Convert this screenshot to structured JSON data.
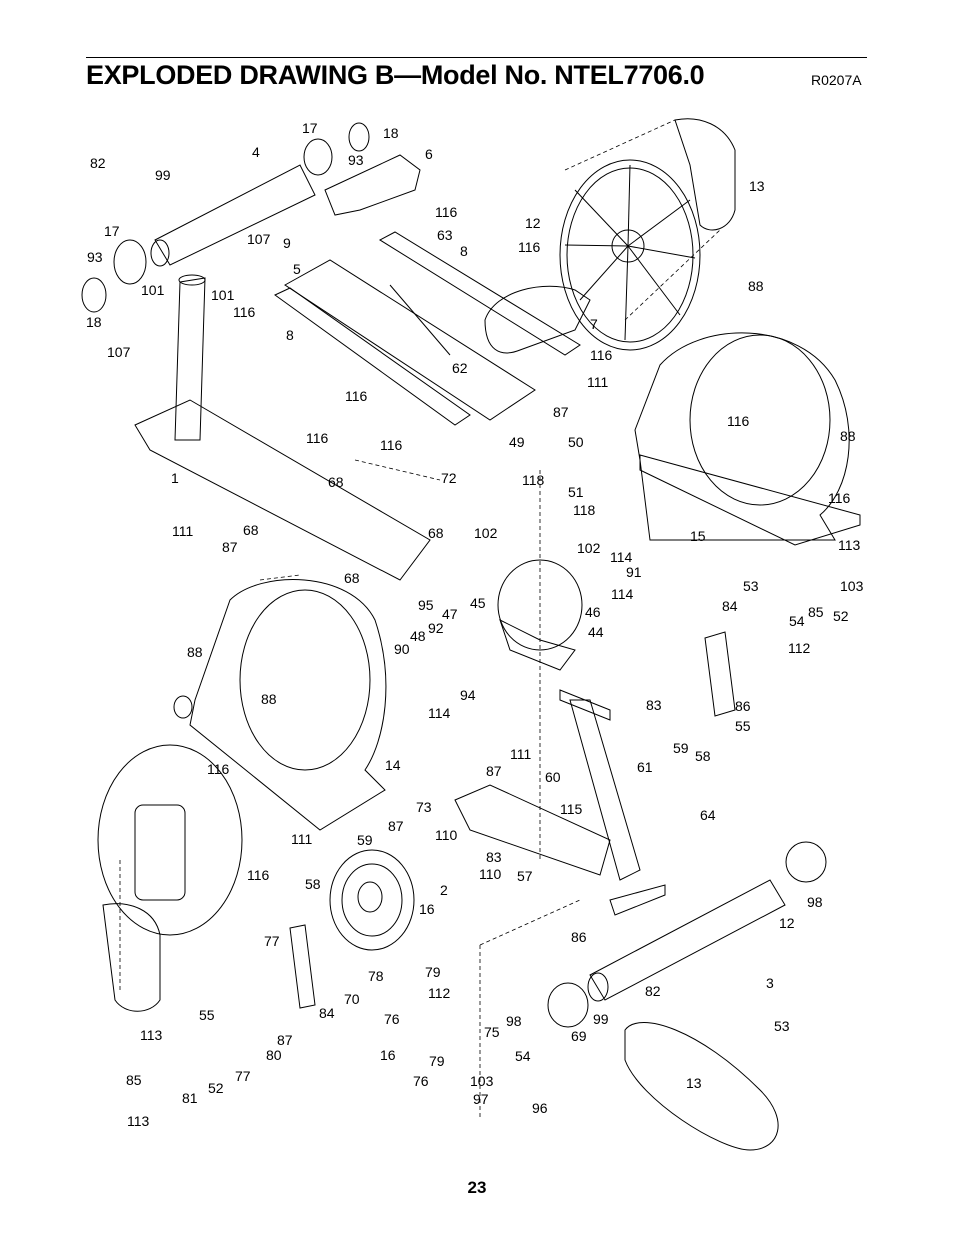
{
  "header": {
    "title": "EXPLODED DRAWING B—Model No. NTEL7706.0",
    "drawing_code": "R0207A"
  },
  "footer": {
    "page_number": "23"
  },
  "callouts": [
    "82",
    "99",
    "4",
    "17",
    "18",
    "93",
    "6",
    "17",
    "93",
    "107",
    "9",
    "116",
    "63",
    "8",
    "12",
    "116",
    "13",
    "5",
    "101",
    "101",
    "107",
    "18",
    "116",
    "8",
    "7",
    "116",
    "62",
    "111",
    "87",
    "116",
    "116",
    "116",
    "72",
    "88",
    "116",
    "88",
    "49",
    "50",
    "118",
    "51",
    "1",
    "68",
    "111",
    "68",
    "87",
    "68",
    "102",
    "118",
    "102",
    "114",
    "91",
    "114",
    "15",
    "116",
    "113",
    "53",
    "103",
    "84",
    "85",
    "52",
    "54",
    "68",
    "95",
    "45",
    "47",
    "92",
    "48",
    "90",
    "46",
    "44",
    "112",
    "88",
    "94",
    "114",
    "86",
    "88",
    "83",
    "55",
    "59",
    "58",
    "61",
    "116",
    "14",
    "111",
    "87",
    "60",
    "115",
    "64",
    "73",
    "87",
    "110",
    "111",
    "59",
    "83",
    "110",
    "2",
    "57",
    "58",
    "16",
    "98",
    "12",
    "116",
    "86",
    "77",
    "78",
    "79",
    "70",
    "112",
    "55",
    "84",
    "87",
    "76",
    "75",
    "98",
    "99",
    "3",
    "82",
    "53",
    "80",
    "16",
    "69",
    "54",
    "77",
    "79",
    "76",
    "103",
    "85",
    "52",
    "81",
    "97",
    "96",
    "13",
    "113"
  ]
}
